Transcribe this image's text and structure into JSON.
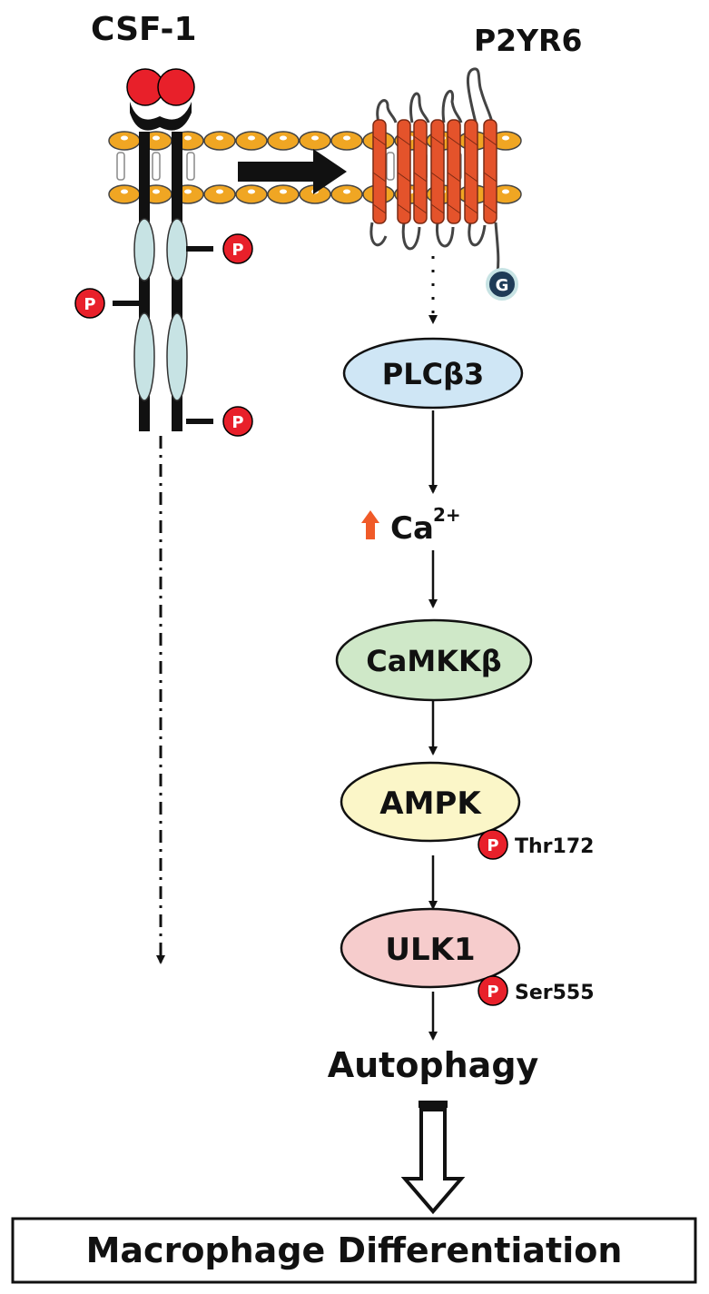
{
  "labels": {
    "ligand": "CSF-1",
    "receptor": "P2YR6",
    "g_protein": "G",
    "phospho": "P",
    "calcium": "Ca",
    "calcium_charge": "2+",
    "thr_site": "Thr172",
    "ser_site": "Ser555",
    "autophagy": "Autophagy",
    "outcome": "Macrophage Differentiation"
  },
  "nodes": [
    {
      "id": "plcb3",
      "label": "PLCβ3",
      "fill": "#cfe6f5"
    },
    {
      "id": "camkkb",
      "label": "CaMKKβ",
      "fill": "#cfe8c8"
    },
    {
      "id": "ampk",
      "label": "AMPK",
      "fill": "#fbf6c8"
    },
    {
      "id": "ulk1",
      "label": "ULK1",
      "fill": "#f6cccc"
    }
  ],
  "colors": {
    "membrane_head": "#f0a623",
    "receptor_helix": "#e4532b",
    "receptor_domain": "#c7e3e4",
    "phospho": "#e8202a",
    "up_arrow": "#f05a28",
    "g_protein": "#1f3b57"
  },
  "icons": {
    "up": "up-arrow-icon",
    "hollow_down": "hollow-down-arrow-icon",
    "block": "block-arrow-icon"
  }
}
